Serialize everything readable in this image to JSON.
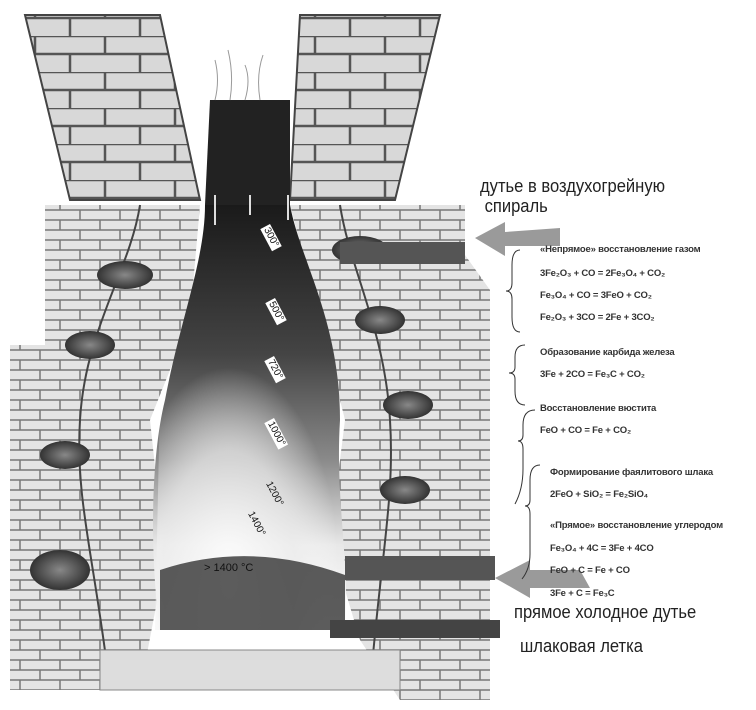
{
  "labels": {
    "blast_to_spiral": [
      "дутье в воздухогрейную",
      "спираль"
    ],
    "direct_cold_blast": "прямое холодное дутье",
    "slag_tap": "шлаковая летка"
  },
  "temperatures": [
    "300°",
    "500°",
    "720°",
    "1000°",
    "1200°",
    "1400°",
    "> 1400 °C"
  ],
  "reactions": [
    {
      "heading": "«Непрямое» восстановление газом",
      "lines": [
        "3Fe₂O₃ + CO = 2Fe₃O₄ + CO₂",
        "Fe₃O₄ + CO = 3FeO + CO₂",
        "Fe₂O₃ + 3CO = 2Fe + 3CO₂"
      ]
    },
    {
      "heading": "Образование карбида железа",
      "lines": [
        "3Fe + 2CO = Fe₃C + CO₂"
      ]
    },
    {
      "heading": "Восстановление вюстита",
      "lines": [
        "FeO + CO = Fe + CO₂"
      ]
    },
    {
      "heading": "Формирование фаялитового шлака",
      "lines": [
        "2FeO + SiO₂ = Fe₂SiO₄"
      ]
    },
    {
      "heading": "«Прямое» восстановление углеродом",
      "lines": [
        "Fe₃O₄ + 4C = 3Fe + 4CO",
        "FeO + C = Fe + CO",
        "3Fe + C = Fe₃C"
      ]
    }
  ]
}
